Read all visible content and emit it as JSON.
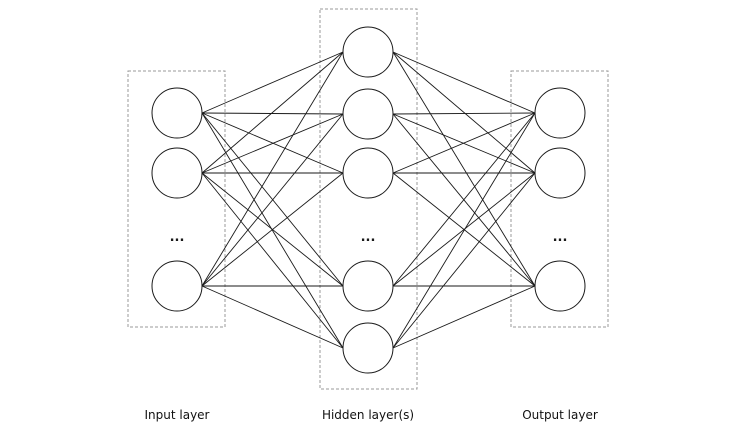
{
  "layers": [
    {
      "key": "input",
      "label": "Input layer",
      "nodes": 3,
      "ellipsis": "..."
    },
    {
      "key": "hidden",
      "label": "Hidden layer(s)",
      "nodes": 5,
      "ellipsis": "..."
    },
    {
      "key": "output",
      "label": "Output layer",
      "nodes": 3,
      "ellipsis": "..."
    }
  ],
  "colors": {
    "stroke": "#1a1a1a",
    "box": "#9a9a9a",
    "background": "#ffffff"
  }
}
